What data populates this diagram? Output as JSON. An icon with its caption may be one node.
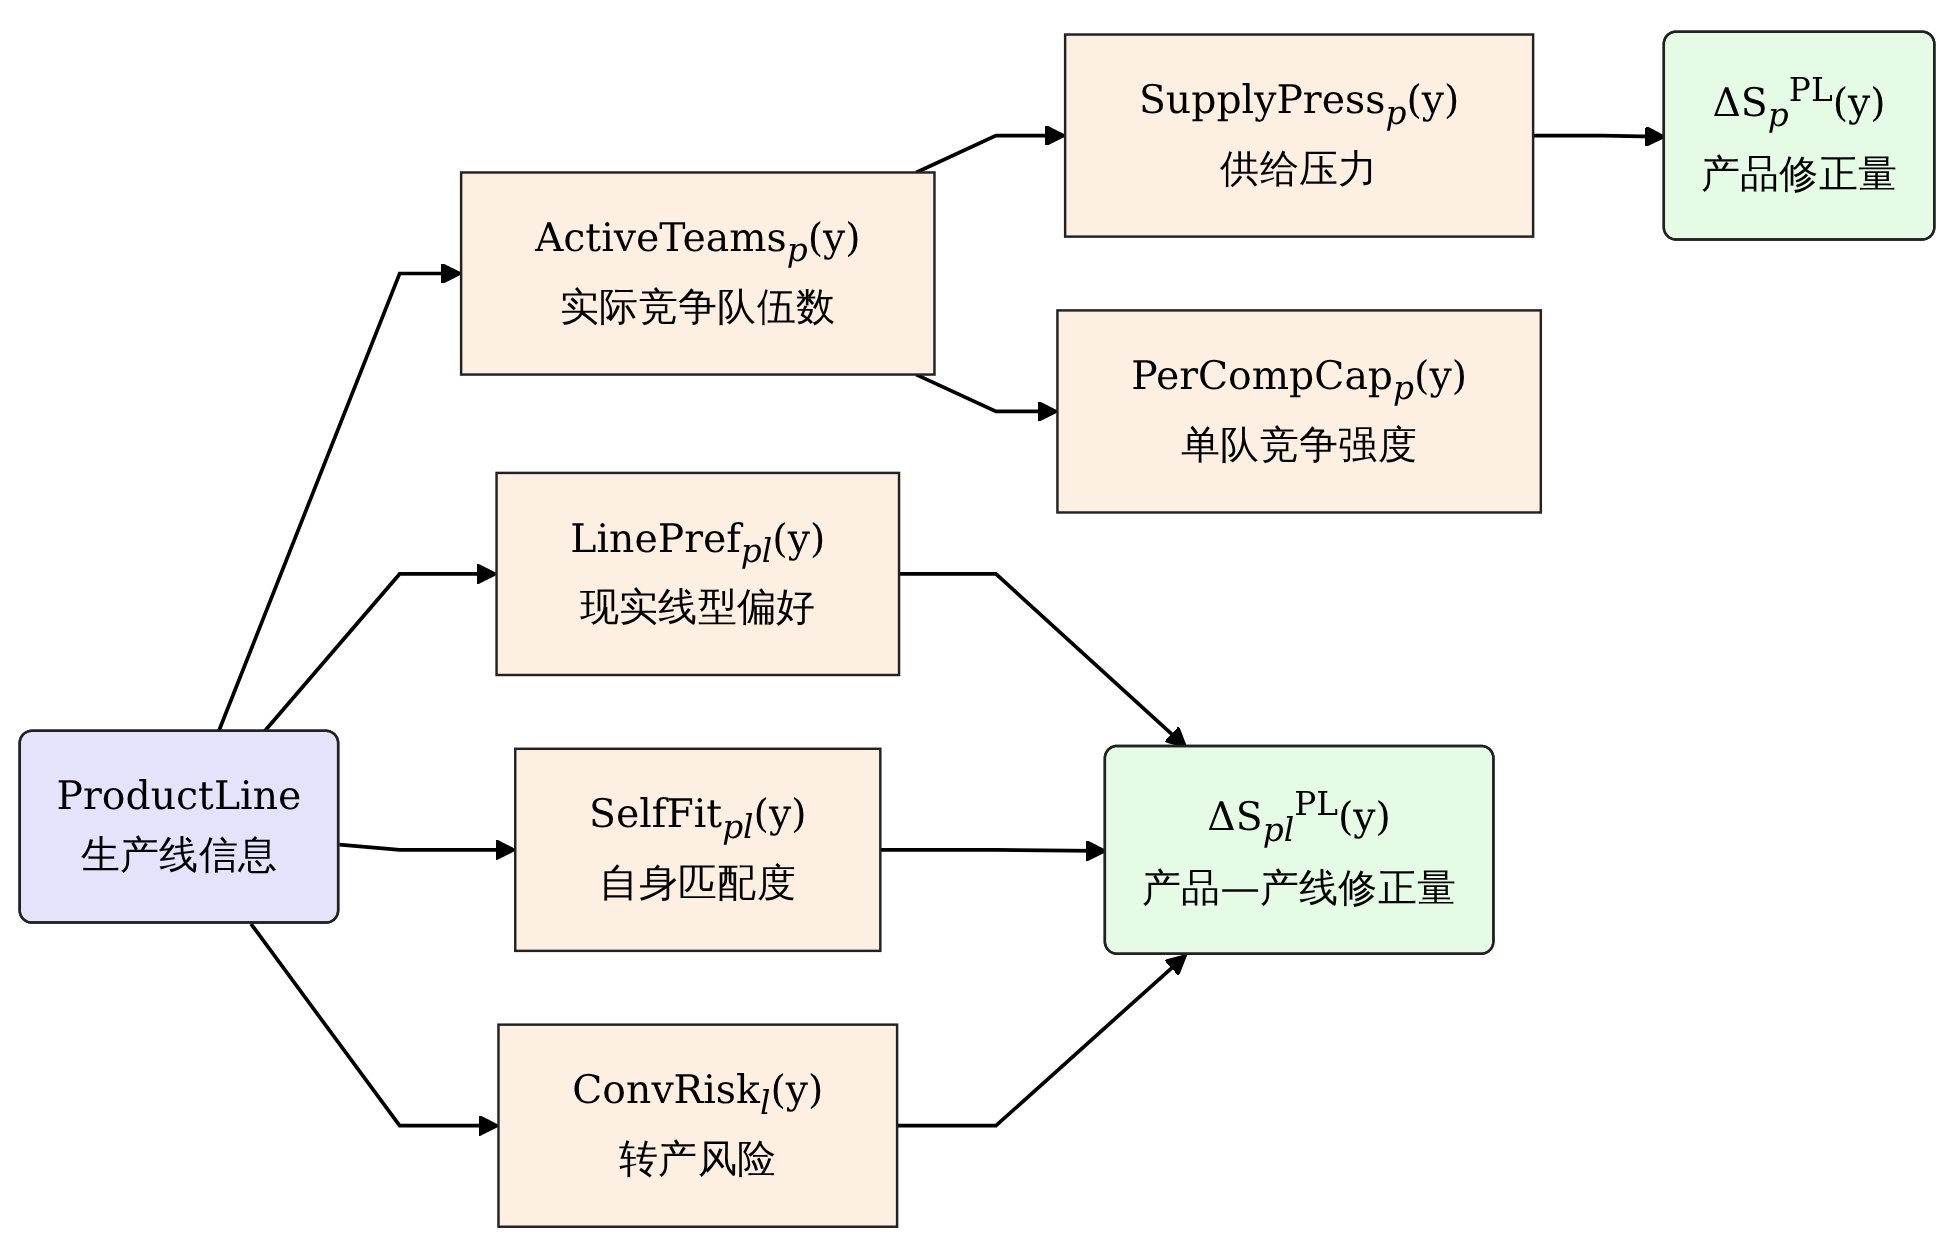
{
  "diagram": {
    "nodes": [
      {
        "text": [
          "ProductLine",
          "生产线信息"
        ]
      },
      {
        "text": [
          "ActiveTeams$_{p}$(y)",
          "实际竞争队伍数"
        ]
      },
      {
        "text": [
          "SupplyPress$_{p}$(y)",
          "供给压力"
        ]
      },
      {
        "text": [
          "ΔS$_{p}$$^{PL}$(y)",
          "产品修正量"
        ]
      },
      {
        "text": [
          "PerCompCap$_{p}$(y)",
          "单队竞争强度"
        ]
      },
      {
        "text": [
          "LinePref$_{pl}$(y)",
          "现实线型偏好"
        ]
      },
      {
        "text": [
          "SelfFit$_{pl}$(y)",
          "自身匹配度"
        ]
      },
      {
        "text": [
          "ConvRisk$_{l}$(y)",
          "转产风险"
        ]
      },
      {
        "text": [
          "ΔS$_{pl}$$^{PL}$(y)",
          "产品—产线修正量"
        ]
      }
    ],
    "edges": [
      {
        "from": 0,
        "to": 1,
        "arrow": "to"
      },
      {
        "from": 1,
        "to": 2,
        "arrow": "to"
      },
      {
        "from": 2,
        "to": 3,
        "arrow": "to"
      },
      {
        "from": 1,
        "to": 4,
        "arrow": "to"
      },
      {
        "from": 0,
        "to": 5,
        "arrow": "to"
      },
      {
        "from": 0,
        "to": 6,
        "arrow": "to"
      },
      {
        "from": 0,
        "to": 7,
        "arrow": "to"
      },
      {
        "from": 5,
        "to": 8,
        "arrow": "to"
      },
      {
        "from": 6,
        "to": 8,
        "arrow": "to"
      },
      {
        "from": 7,
        "to": 8,
        "arrow": "to"
      }
    ]
  }
}
